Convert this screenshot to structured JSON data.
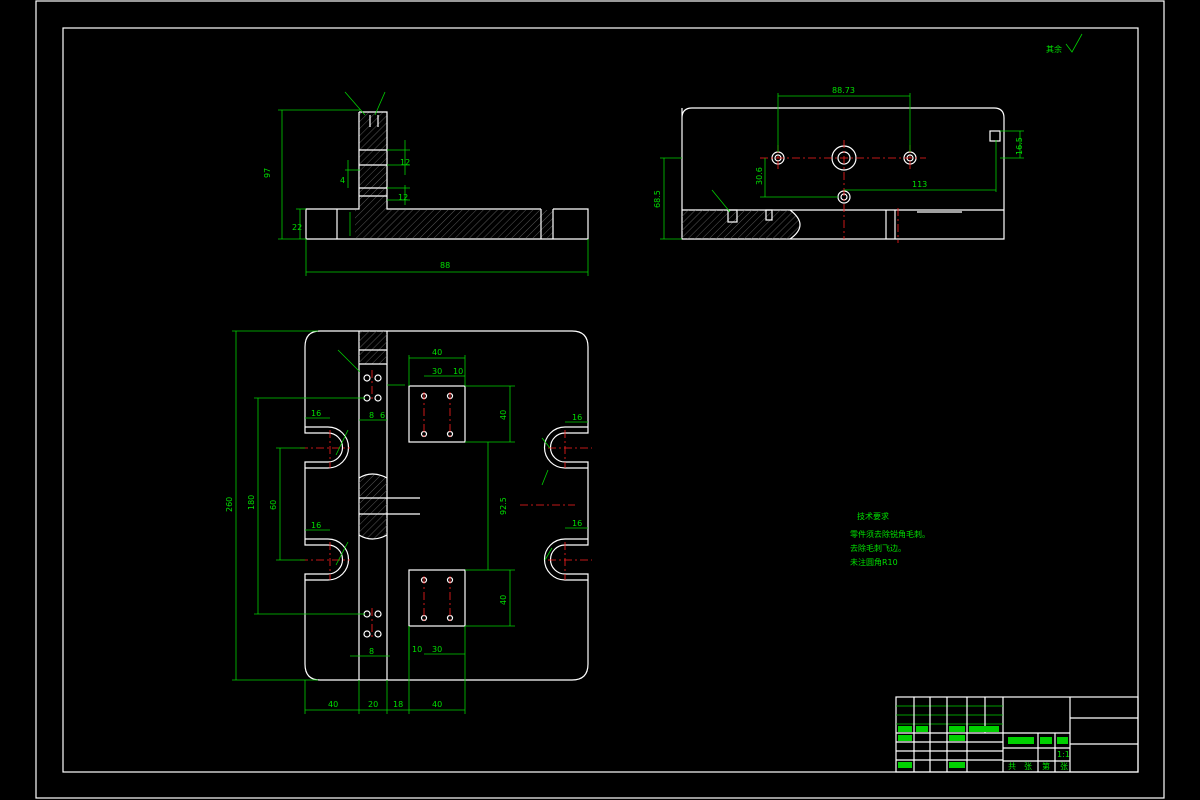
{
  "roughness_note": "其余",
  "side_view": {
    "dim_height": "97",
    "dim_base": "22",
    "dim_length": "88",
    "dim_b1": "12",
    "dim_b2": "12",
    "dim_side": "4"
  },
  "front_view": {
    "dim_top": "88.73",
    "dim_right": "113",
    "dim_left": "68.5",
    "dim_mid": "30.6",
    "dim_small": "16.5"
  },
  "plan_view": {
    "dim_height": "260",
    "dim_inner": "180",
    "dim_mid": "60",
    "dim_center": "92.5",
    "dim_w40a": "40",
    "dim_w20": "20",
    "dim_w18": "18",
    "dim_w40b": "40",
    "dim_top40": "40",
    "dim_top30": "30",
    "dim_top10": "10",
    "dim_r40a": "40",
    "dim_r40b": "40",
    "dim_slot16a": "16",
    "dim_slot16b": "16",
    "dim_slot16c": "16",
    "dim_slot16d": "16",
    "dim_bot30": "30",
    "dim_bot10": "10",
    "dim_s8a": "8",
    "dim_s8b": "8",
    "dim_s6": "6"
  },
  "tech_req": {
    "title": "技术要求",
    "line1": "零件须去除锐角毛刺。",
    "line2": "去除毛刺飞边。",
    "line3": "未注圆角R10"
  },
  "title_block": {
    "scale": "1:1",
    "c1": "共",
    "c2": "张",
    "c3": "第",
    "c4": "张"
  }
}
